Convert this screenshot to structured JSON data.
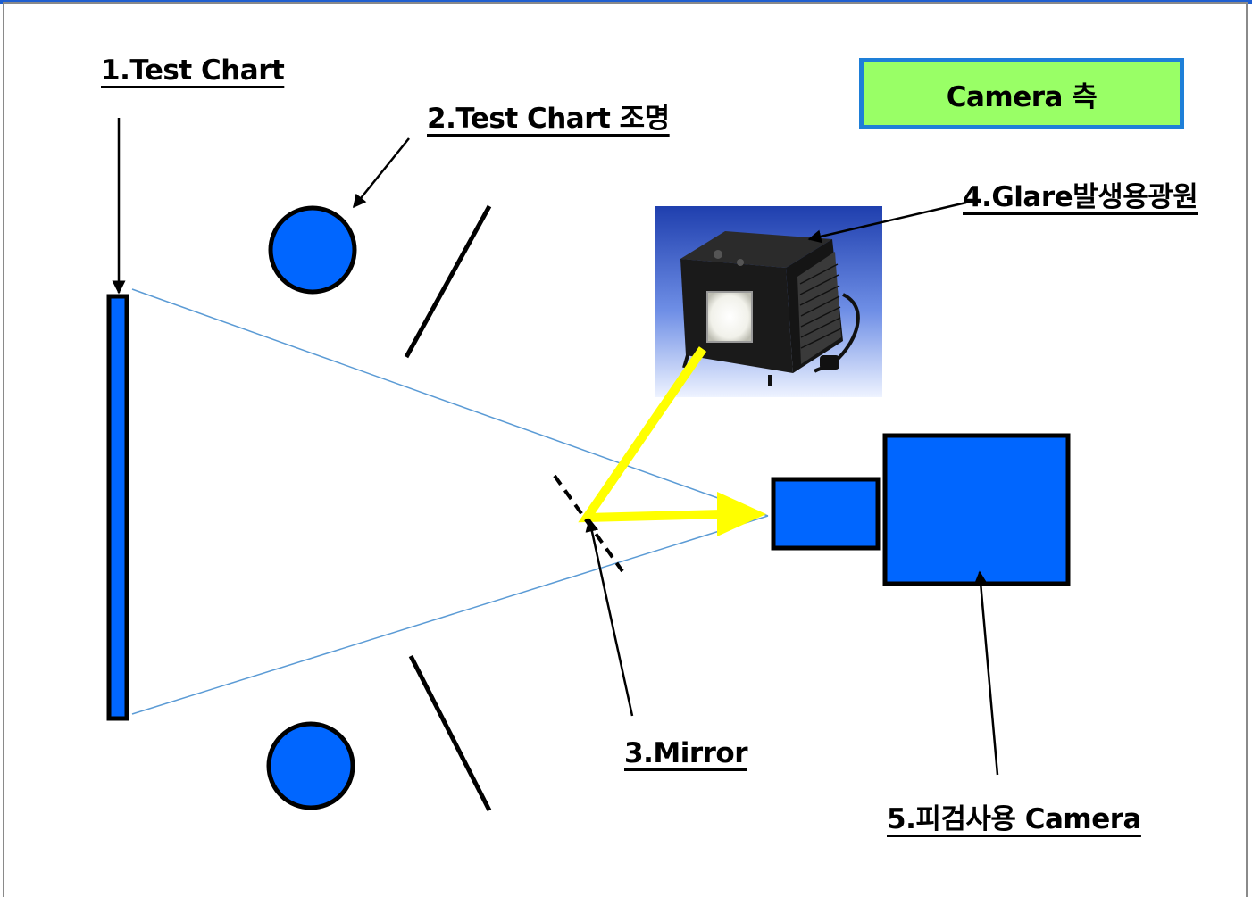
{
  "labels": {
    "test_chart": "1.Test Chart",
    "test_chart_light": "2.Test Chart 조명",
    "mirror": "3.Mirror",
    "glare_source": "4.Glare발생용광원",
    "camera_under_test": "5.피검사용 Camera"
  },
  "camera_side_box": "Camera 측",
  "colors": {
    "frame_top": "#1f5fd0",
    "component_fill": "#0066ff",
    "light_path": "#ffff00",
    "view_lines": "#5b9bd5",
    "camera_side_bg": "#99ff66",
    "camera_side_border": "#1e7fd8"
  }
}
